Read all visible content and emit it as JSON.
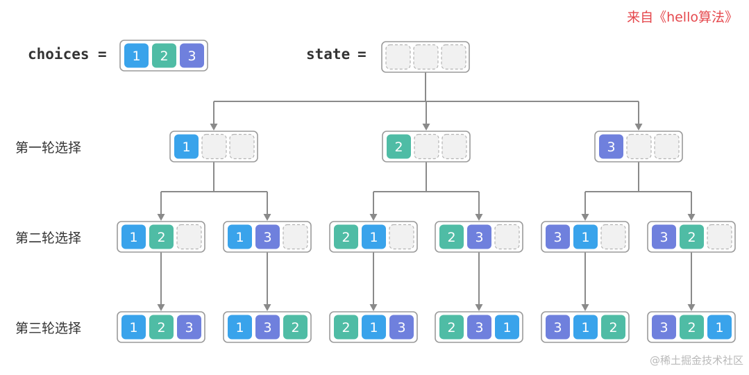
{
  "header": {
    "source": "来自《hello算法》",
    "source_color": "#e5484d"
  },
  "choices": {
    "label": "choices",
    "equals": "=",
    "values": [
      "1",
      "2",
      "3"
    ]
  },
  "state": {
    "label": "state",
    "equals": "="
  },
  "levels": [
    {
      "label": "第一轮选择",
      "nodes": [
        [
          "1"
        ],
        [
          "2"
        ],
        [
          "3"
        ]
      ]
    },
    {
      "label": "第二轮选择",
      "nodes": [
        [
          "1",
          "2"
        ],
        [
          "1",
          "3"
        ],
        [
          "2",
          "1"
        ],
        [
          "2",
          "3"
        ],
        [
          "3",
          "1"
        ],
        [
          "3",
          "2"
        ]
      ]
    },
    {
      "label": "第三轮选择",
      "nodes": [
        [
          "1",
          "2",
          "3"
        ],
        [
          "1",
          "3",
          "2"
        ],
        [
          "2",
          "1",
          "3"
        ],
        [
          "2",
          "3",
          "1"
        ],
        [
          "3",
          "1",
          "2"
        ],
        [
          "3",
          "2",
          "1"
        ]
      ]
    }
  ],
  "colors": {
    "1": "#39a3eb",
    "2": "#4fbca5",
    "3": "#6f80dd",
    "empty_fill": "#f1f1f1",
    "empty_stroke": "#b4b4b4",
    "frame_stroke": "#9a9a9a",
    "edge": "#8a8a8a"
  },
  "watermark": "@稀土掘金技术社区"
}
